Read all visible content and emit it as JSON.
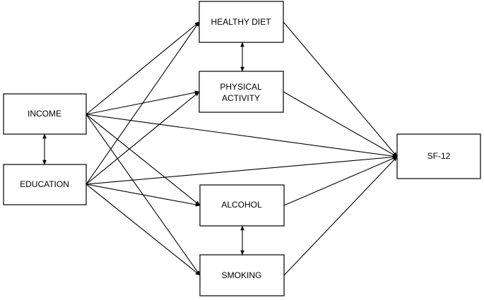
{
  "nodes": {
    "income": "INCOME",
    "education": "EDUCATION",
    "healthy_diet": "HEALTHY DIET",
    "physical_activity": [
      "PHYSICAL",
      "ACTIVITY"
    ],
    "alcohol": "ALCOHOL",
    "smoking": "SMOKING",
    "sf12": "SF-12"
  },
  "edges": [
    {
      "from": "income",
      "to": "healthy_diet",
      "kind": "directed"
    },
    {
      "from": "income",
      "to": "physical_activity",
      "kind": "directed"
    },
    {
      "from": "income",
      "to": "alcohol",
      "kind": "directed"
    },
    {
      "from": "income",
      "to": "smoking",
      "kind": "directed"
    },
    {
      "from": "income",
      "to": "sf12",
      "kind": "directed"
    },
    {
      "from": "education",
      "to": "healthy_diet",
      "kind": "directed"
    },
    {
      "from": "education",
      "to": "physical_activity",
      "kind": "directed"
    },
    {
      "from": "education",
      "to": "alcohol",
      "kind": "directed"
    },
    {
      "from": "education",
      "to": "smoking",
      "kind": "directed"
    },
    {
      "from": "education",
      "to": "sf12",
      "kind": "directed"
    },
    {
      "from": "healthy_diet",
      "to": "sf12",
      "kind": "directed"
    },
    {
      "from": "physical_activity",
      "to": "sf12",
      "kind": "directed"
    },
    {
      "from": "alcohol",
      "to": "sf12",
      "kind": "directed"
    },
    {
      "from": "smoking",
      "to": "sf12",
      "kind": "directed"
    },
    {
      "from": "income",
      "to": "education",
      "kind": "bidirectional"
    },
    {
      "from": "healthy_diet",
      "to": "physical_activity",
      "kind": "bidirectional"
    },
    {
      "from": "alcohol",
      "to": "smoking",
      "kind": "bidirectional"
    }
  ],
  "colors": {
    "stroke": "#000000",
    "fill": "#ffffff"
  }
}
